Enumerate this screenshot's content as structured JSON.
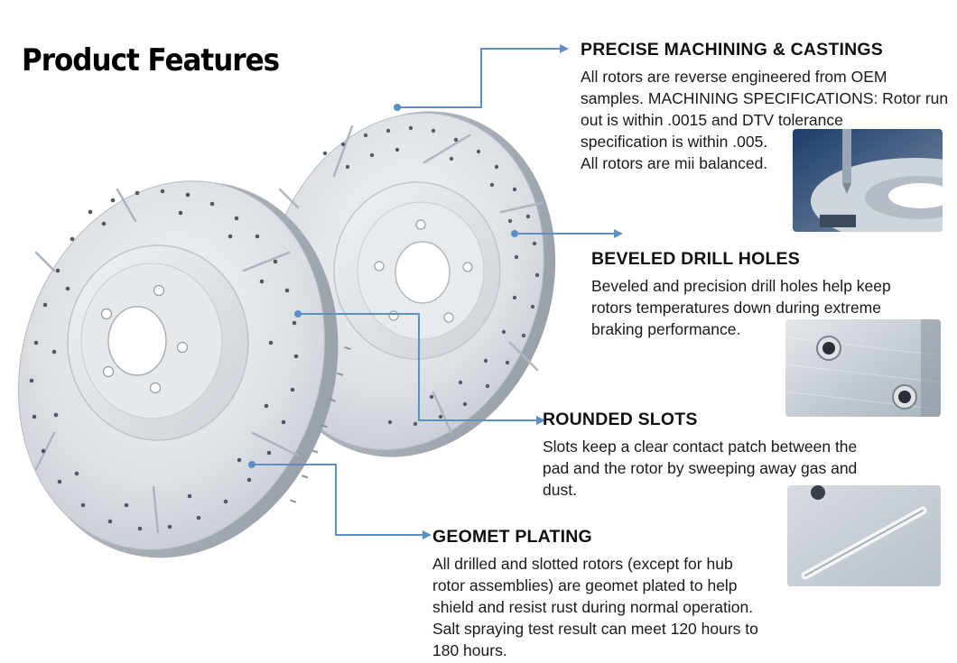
{
  "title": "Product Features",
  "colors": {
    "accent": "#5b8fc6",
    "rotor": "#dfe3e8",
    "text": "#1a1a1a"
  },
  "features": [
    {
      "heading": "PRECISE MACHINING & CASTINGS",
      "lines": [
        "All rotors are reverse engineered from OEM",
        "samples. MACHINING SPECIFICATIONS: Rotor run",
        "out is within .0015 and DTV tolerance",
        "specification is within .005.",
        "All rotors are mii balanced."
      ]
    },
    {
      "heading": "BEVELED DRILL HOLES",
      "lines": [
        "Beveled and precision drill holes help keep",
        "rotors temperatures down during extreme",
        "braking performance."
      ]
    },
    {
      "heading": "ROUNDED SLOTS",
      "lines": [
        "Slots keep a clear contact patch between the",
        "pad and the rotor by sweeping away gas and",
        "dust."
      ]
    },
    {
      "heading": "GEOMET PLATING",
      "lines": [
        "All drilled and slotted rotors (except for hub",
        "rotor assemblies) are geomet plated to help",
        "shield and resist rust during normal operation.",
        "Salt spraying test result can meet 120 hours to",
        "180 hours."
      ]
    }
  ]
}
